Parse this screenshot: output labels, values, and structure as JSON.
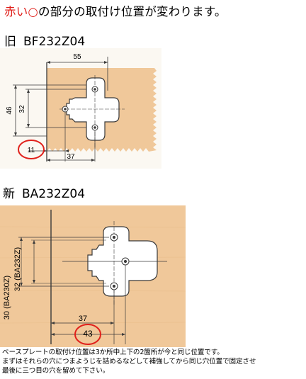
{
  "heading": {
    "red_text": "赤い",
    "circle_glyph": "○",
    "rest_text": "の部分の取付け位置が変わります。"
  },
  "old": {
    "kanji": "旧",
    "model": "BF232Z04",
    "dims": {
      "width": "55",
      "height_outer": "46",
      "height_inner": "32",
      "offset": "11",
      "distance": "37"
    }
  },
  "new": {
    "kanji": "新",
    "model": "BA232Z04",
    "dims": {
      "height_a": "30 (BA230Z)",
      "height_b": "32 (BA232Z)",
      "distance_a": "37",
      "distance_b": "43"
    }
  },
  "note": {
    "line1": "ベースプレートの取付け位置は3か所中上下の2箇所が今と同じ位置です。",
    "line2": "まずはそれらの穴につまようじを詰めるなどして補強してから同じ穴位置で固定させ",
    "line3": "最後に三つ目の穴を留めて下さい。"
  },
  "colors": {
    "wood": "#f0c89a",
    "highlight": "#e0201b",
    "line": "#3a3a3a"
  }
}
